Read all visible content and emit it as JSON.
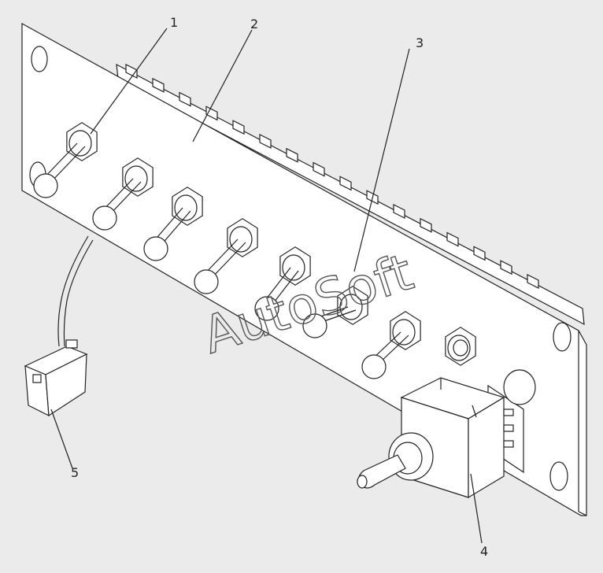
{
  "callouts": [
    {
      "id": "1",
      "label": "1"
    },
    {
      "id": "2",
      "label": "2"
    },
    {
      "id": "3",
      "label": "3"
    },
    {
      "id": "4",
      "label": "4"
    },
    {
      "id": "5",
      "label": "5"
    }
  ],
  "watermark": "AutoSoft",
  "colors": {
    "background": "#ebebeb",
    "ink": "#222222",
    "part_fill": "#ffffff"
  }
}
